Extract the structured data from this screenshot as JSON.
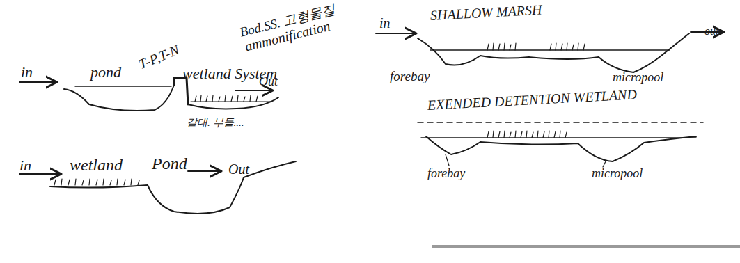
{
  "diagram": {
    "labels": [
      "T-P,T-N",
      "Bod.SS. 고형물질",
      "ammonification",
      "in",
      "pond",
      "wetland System",
      "Out",
      "갈대. 부들....",
      "in",
      "wetland",
      "Pond",
      "Out",
      "SHALLOW MARSH",
      "in",
      "out",
      "forebay",
      "micropool",
      "EXENDED DETENTION WETLAND",
      "forebay",
      "micropool"
    ]
  }
}
